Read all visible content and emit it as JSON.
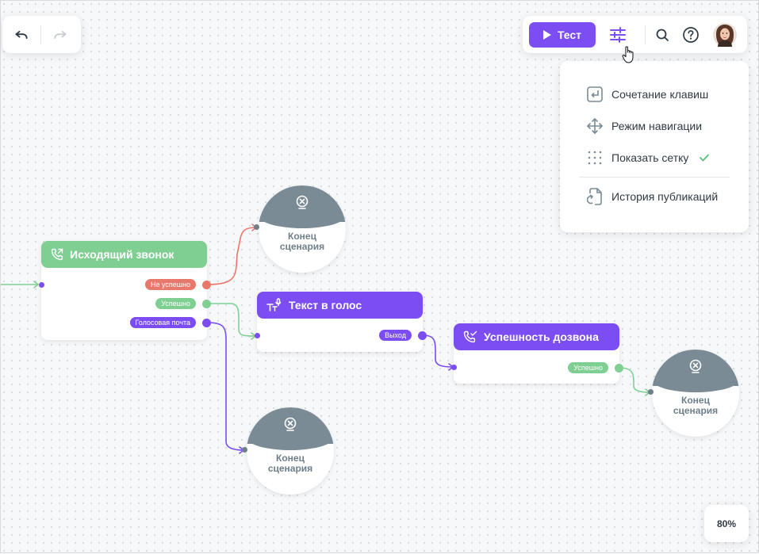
{
  "toolbar": {
    "test_label": "Тест"
  },
  "settings_menu": {
    "items": [
      {
        "label": "Сочетание клавиш",
        "icon": "keyboard-return-icon"
      },
      {
        "label": "Режим навигации",
        "icon": "move-arrows-icon"
      },
      {
        "label": "Показать сетку",
        "icon": "grid-dots-icon",
        "checked": true
      },
      {
        "label": "История публикаций",
        "icon": "file-history-icon"
      }
    ]
  },
  "nodes": {
    "outgoing_call": {
      "title": "Исходящий звонок",
      "outputs": [
        "Не успешно",
        "Успешно",
        "Голосовая почта"
      ]
    },
    "tts": {
      "title": "Текст в голос",
      "outputs": [
        "Выход"
      ]
    },
    "call_success": {
      "title": "Успешность дозвона",
      "outputs": [
        "Успешно"
      ]
    },
    "end_1": {
      "line1": "Конец",
      "line2": "сценария"
    },
    "end_2": {
      "line1": "Конец",
      "line2": "сценария"
    },
    "end_3": {
      "line1": "Конец",
      "line2": "сценария"
    }
  },
  "zoom": {
    "label": "80%"
  },
  "colors": {
    "accent_purple": "#7b4df2",
    "success_green": "#7fcf93",
    "fail_red": "#e8786b",
    "end_gray": "#7a8b96"
  }
}
